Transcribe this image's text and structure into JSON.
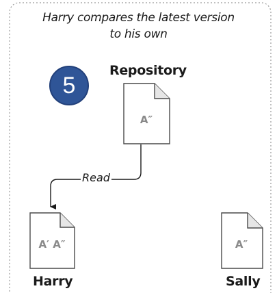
{
  "caption": {
    "line1": "Harry compares the latest version",
    "line2": "to his own"
  },
  "step": {
    "number": "5",
    "color": "#2f5597"
  },
  "repository": {
    "label": "Repository",
    "document": "A″"
  },
  "edge": {
    "label": "Read"
  },
  "harry": {
    "label": "Harry",
    "document": "A′ A″"
  },
  "sally": {
    "label": "Sally",
    "document": "A″"
  }
}
